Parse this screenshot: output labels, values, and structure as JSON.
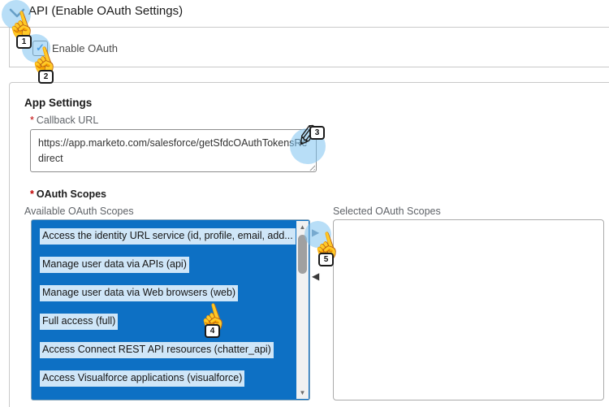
{
  "header": {
    "title": "API (Enable OAuth Settings)"
  },
  "enable_oauth_section": {
    "checkbox_label": "Enable OAuth",
    "checked": true
  },
  "app_settings": {
    "title": "App Settings",
    "required_marker": "*",
    "callback_url_label": "Callback URL",
    "callback_url_value": "https://app.marketo.com/salesforce/getSfdcOAuthTokensRedirect"
  },
  "oauth_scopes": {
    "required_marker": "*",
    "title": "OAuth Scopes",
    "available_label": "Available OAuth Scopes",
    "selected_label": "Selected OAuth Scopes",
    "available_items": [
      "Access the identity URL service (id, profile, email, add...",
      "Manage user data via APIs (api)",
      "Manage user data via Web browsers (web)",
      "Full access (full)",
      "Access Connect REST API resources (chatter_api)",
      "Access Visualforce applications (visualforce)"
    ],
    "selected_items": []
  },
  "icons": {
    "chevron": "chevron-down",
    "checkmark": "✓",
    "move_right": "▶",
    "move_left": "◀",
    "scroll_up": "▲",
    "scroll_down": "▼",
    "hand_cursor": "☝",
    "pencil": "✎"
  },
  "annotation_steps": [
    "1",
    "2",
    "3",
    "4",
    "5"
  ],
  "colors": {
    "listbox_background": "#0d70c4",
    "item_highlight": "#cfe6f8",
    "annotation_circle": "#9fd0ef",
    "checkbox_check": "#1673d2",
    "required_asterisk": "#c00000"
  }
}
